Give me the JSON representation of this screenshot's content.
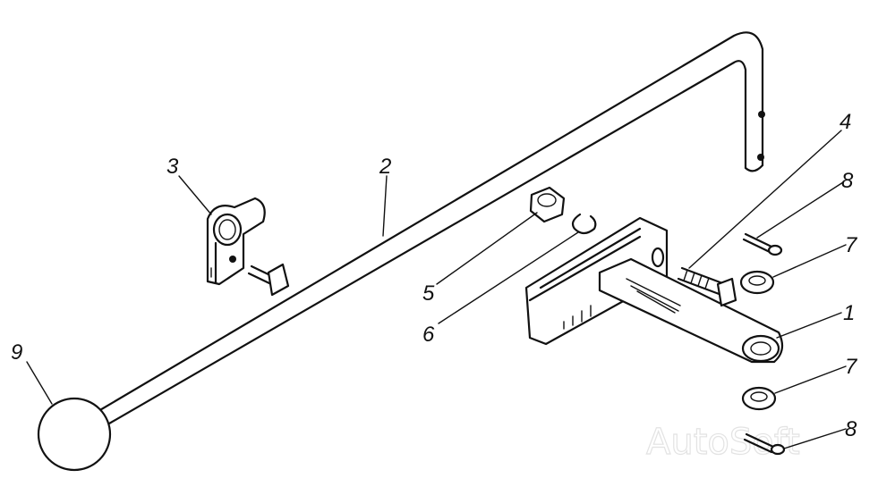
{
  "labels": {
    "l1": "1",
    "l2": "2",
    "l3": "3",
    "l4": "4",
    "l5": "5",
    "l6": "6",
    "l7a": "7",
    "l7b": "7",
    "l8a": "8",
    "l8b": "8",
    "l9": "9"
  },
  "watermark": "AutoSoft"
}
